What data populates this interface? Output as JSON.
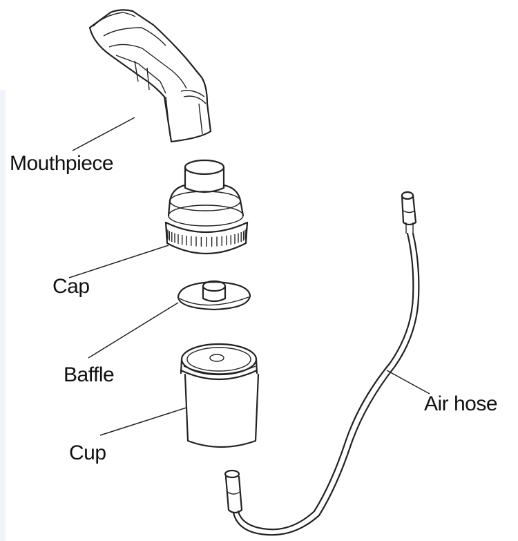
{
  "labels": {
    "mouthpiece": "Mouthpiece",
    "cap": "Cap",
    "baffle": "Baffle",
    "cup": "Cup",
    "air_hose": "Air hose"
  },
  "colors": {
    "line": "#222222",
    "background": "#ffffff"
  }
}
